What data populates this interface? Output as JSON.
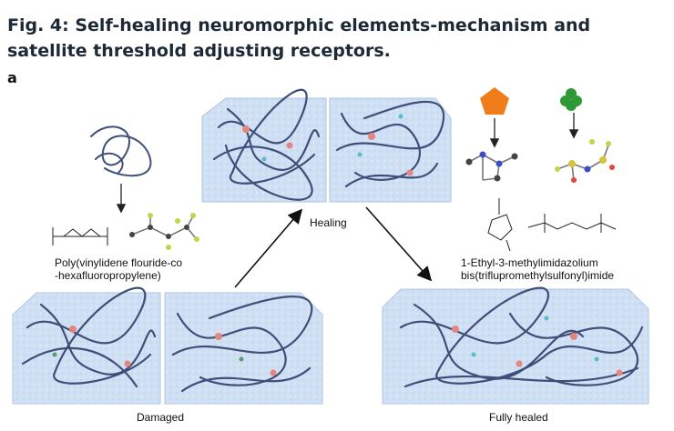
{
  "figure": {
    "title": "Fig. 4: Self-healing neuromorphic elements-mechanism and satellite threshold adjusting receptors.",
    "panel_label": "a"
  },
  "labels": {
    "healing": "Healing",
    "damaged": "Damaged",
    "fully_healed": "Fully healed",
    "polymer_line1": "Poly(vinylidene flouride-co",
    "polymer_line2": "-hexafluoropropylene)",
    "ionic_line1": "1-Ethyl-3-methylimidazolium",
    "ionic_line2": "bis(triflupromethylsulfonyl)imide"
  },
  "colors": {
    "block_fill": "#c9dcf2",
    "polymer_strand": "#3f4f7a",
    "cation_marker": "#f07d1a",
    "anion_marker": "#2f9a35"
  }
}
